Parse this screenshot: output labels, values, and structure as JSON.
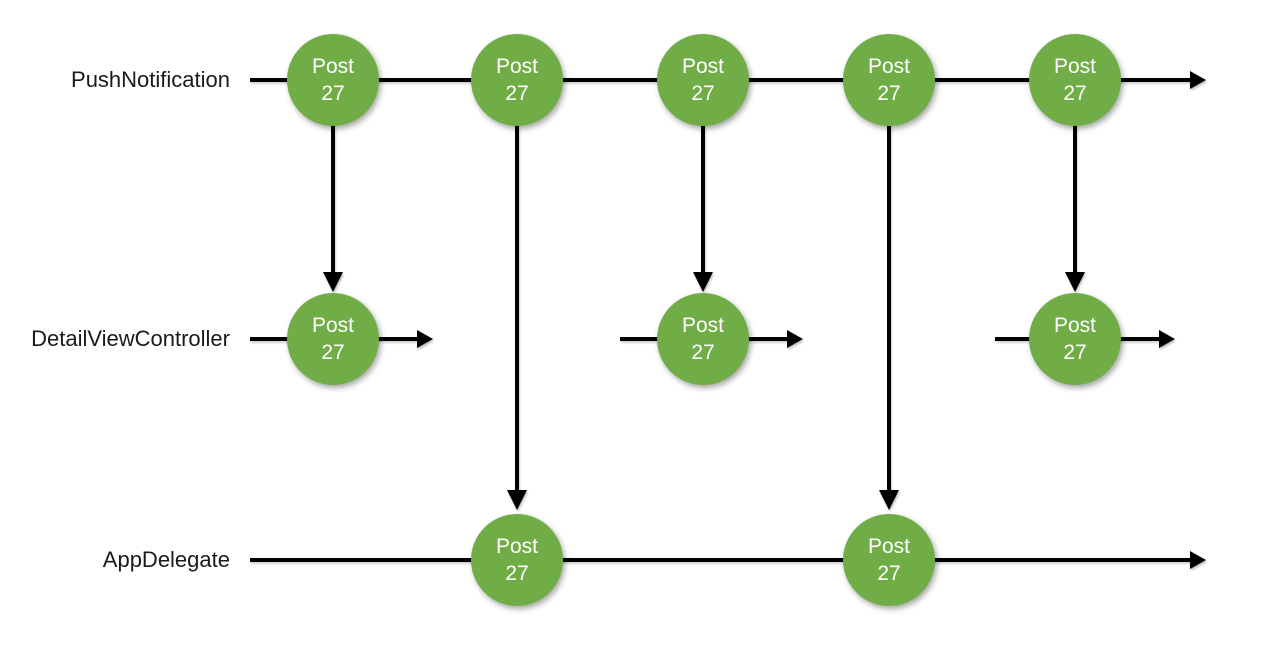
{
  "diagram": {
    "type": "marble-sequence-diagram",
    "background_color": "#ffffff",
    "event_fill_color": "#70ad47",
    "event_text_color": "#ffffff",
    "line_color": "#000000",
    "label_text_color": "#1a1a1a",
    "streams": [
      {
        "name": "PushNotification",
        "events": [
          {
            "title": "Post",
            "value": "27"
          },
          {
            "title": "Post",
            "value": "27"
          },
          {
            "title": "Post",
            "value": "27"
          },
          {
            "title": "Post",
            "value": "27"
          },
          {
            "title": "Post",
            "value": "27"
          }
        ]
      },
      {
        "name": "DetailViewController",
        "events": [
          {
            "title": "Post",
            "value": "27"
          },
          {
            "title": "Post",
            "value": "27"
          },
          {
            "title": "Post",
            "value": "27"
          }
        ]
      },
      {
        "name": "AppDelegate",
        "events": [
          {
            "title": "Post",
            "value": "27"
          },
          {
            "title": "Post",
            "value": "27"
          }
        ]
      }
    ],
    "connections": [
      {
        "from": "PushNotification.event.1",
        "to": "DetailViewController.event.1",
        "direction": "down"
      },
      {
        "from": "PushNotification.event.2",
        "to": "AppDelegate.event.1",
        "direction": "down"
      },
      {
        "from": "PushNotification.event.3",
        "to": "DetailViewController.event.2",
        "direction": "down"
      },
      {
        "from": "PushNotification.event.4",
        "to": "AppDelegate.event.2",
        "direction": "down"
      },
      {
        "from": "PushNotification.event.5",
        "to": "DetailViewController.event.3",
        "direction": "down"
      }
    ]
  }
}
